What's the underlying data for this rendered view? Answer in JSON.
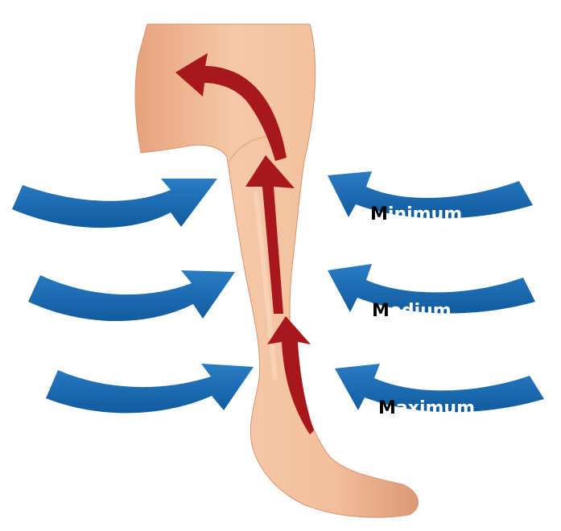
{
  "colors": {
    "background": "#ffffff",
    "skin_light": "#f6c8a6",
    "skin_mid": "#e9a882",
    "skin_shadow": "#d58d68",
    "flow_arrow": "#a8171b",
    "pressure_arrow": "#1866ad",
    "label_text": "#ffffff",
    "label_initial": "#000000"
  },
  "labels": [
    {
      "initial": "M",
      "rest": "inimum"
    },
    {
      "initial": "M",
      "rest": "edium"
    },
    {
      "initial": "M",
      "rest": "aximum"
    }
  ],
  "icons": {
    "leg": "leg-illustration",
    "upward_flow": "red-arrow-up",
    "pressure_left": "blue-curved-arrow-right",
    "pressure_right": "blue-curved-arrow-left"
  }
}
